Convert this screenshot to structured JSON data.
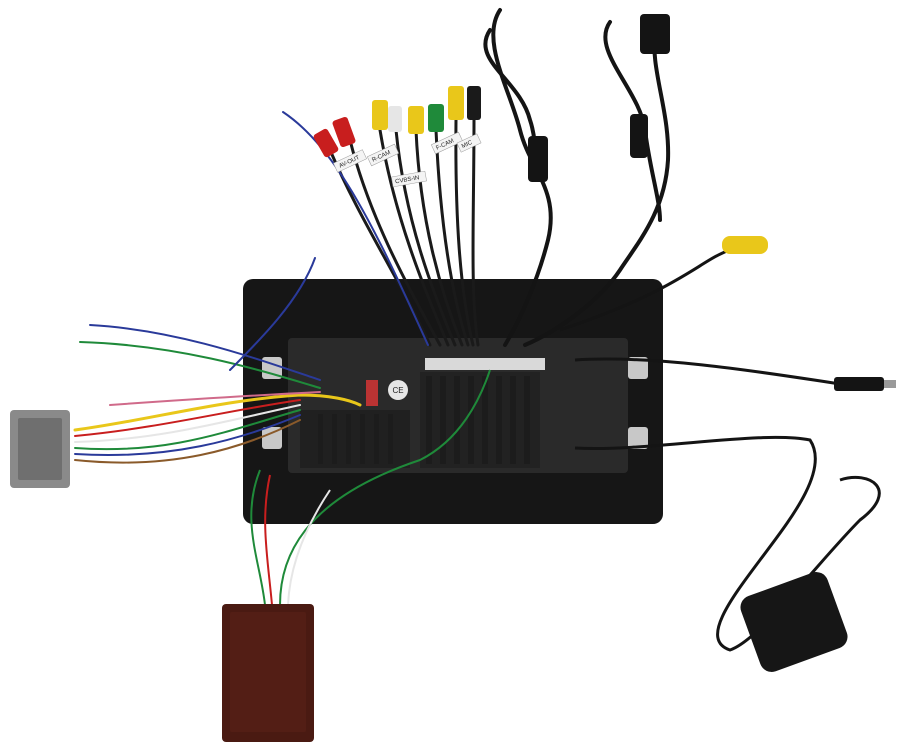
{
  "labels": {
    "av_out": "AV-OUT",
    "r_cam": "R-CAM",
    "f_cam": "F-CAM",
    "cvbs_in": "CVBS-IN",
    "mic": "MIC",
    "ce_mark": "CE"
  },
  "colors": {
    "background": "#ffffff",
    "unit_body": "#161616",
    "unit_back": "#2a2a2a",
    "rca_red": "#c81e1e",
    "rca_yellow": "#e9c71a",
    "rca_white": "#e6e6e6",
    "rca_green": "#1f8a3a",
    "harness_grey": "#8a8a8a",
    "canbus_box": "#4a1a12"
  }
}
